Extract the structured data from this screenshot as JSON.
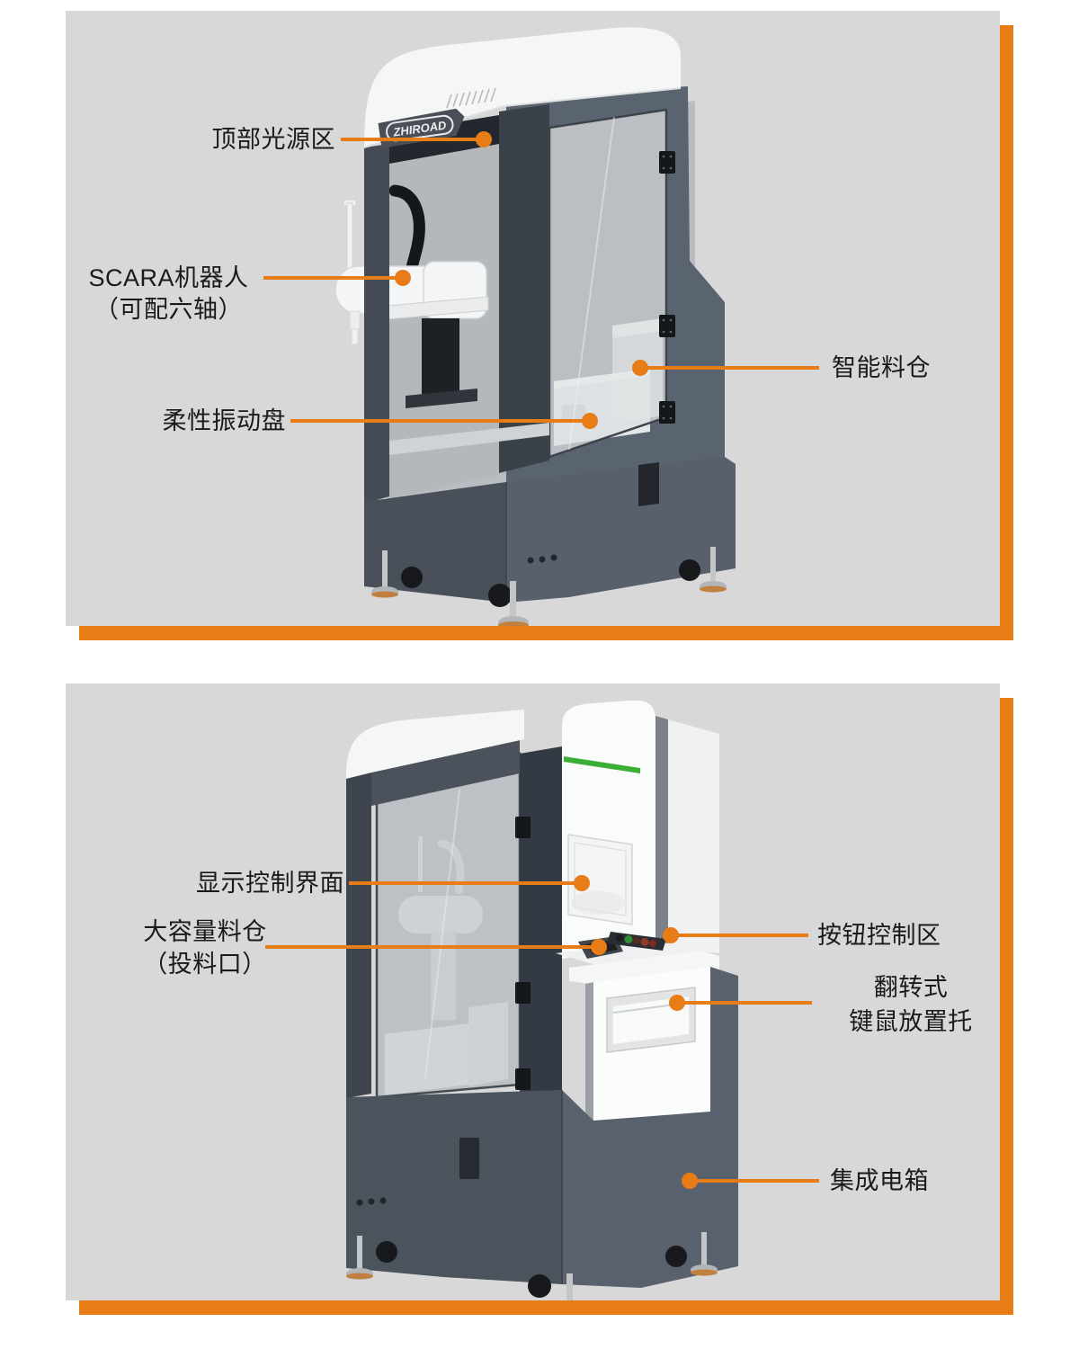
{
  "colors": {
    "accent": "#E87D18",
    "panel_bg": "#D8D8D8",
    "text": "#1A1A1A",
    "cabinet_front": "#59616C",
    "cabinet_side": "#454B55",
    "cabinet_pillar": "#373D45",
    "hood_white": "#F5F6F6",
    "glass": "#C7CACD",
    "green_stripe": "#3BAE35",
    "robot_white": "#F4F5F6"
  },
  "panels": [
    {
      "view": "front-left-view",
      "brand": "ZHIROAD",
      "callouts": [
        {
          "id": "top-light-zone",
          "lines": [
            "顶部光源区"
          ]
        },
        {
          "id": "scara-robot",
          "lines": [
            "SCARA机器人",
            "（可配六轴）"
          ]
        },
        {
          "id": "flex-feeder",
          "lines": [
            "柔性振动盘"
          ]
        },
        {
          "id": "smart-bin",
          "lines": [
            "智能料仓"
          ]
        }
      ]
    },
    {
      "view": "front-right-view",
      "callouts": [
        {
          "id": "display-panel",
          "lines": [
            "显示控制界面"
          ]
        },
        {
          "id": "large-hopper",
          "lines": [
            "大容量料仓",
            "（投料口）"
          ]
        },
        {
          "id": "button-zone",
          "lines": [
            "按钮控制区"
          ]
        },
        {
          "id": "kb-mouse-tray",
          "lines": [
            "翻转式",
            "键鼠放置托"
          ]
        },
        {
          "id": "electric-box",
          "lines": [
            "集成电箱"
          ]
        }
      ]
    }
  ]
}
